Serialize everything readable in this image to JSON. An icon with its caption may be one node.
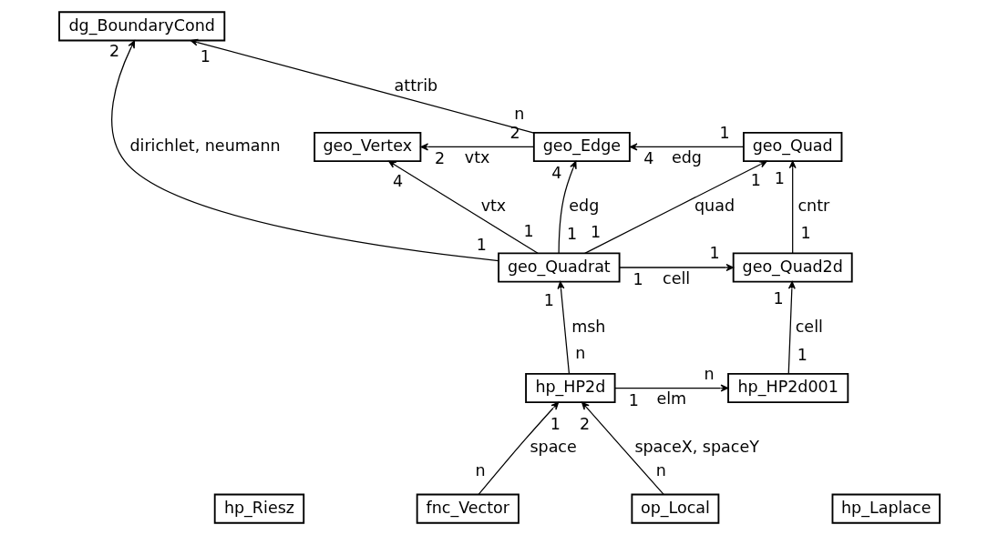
{
  "diagram": {
    "nodes": [
      {
        "text": [
          "dg_BoundaryCond"
        ]
      },
      {
        "text": [
          "geo_Vertex"
        ]
      },
      {
        "text": [
          "geo_Edge"
        ]
      },
      {
        "text": [
          "geo_Quad"
        ]
      },
      {
        "text": [
          "geo_Quadrat"
        ]
      },
      {
        "text": [
          "geo_Quad2d"
        ]
      },
      {
        "text": [
          "hp_HP2d"
        ]
      },
      {
        "text": [
          "hp_HP2d001"
        ]
      },
      {
        "text": [
          "hp_Riesz"
        ]
      },
      {
        "text": [
          "fnc_Vector"
        ]
      },
      {
        "text": [
          "op_Local"
        ]
      },
      {
        "text": [
          "hp_Laplace"
        ]
      }
    ],
    "edges": [
      {
        "from": 2,
        "to": 0,
        "arrow": "to",
        "label": "attrib"
      },
      {
        "from": 2,
        "to": 1,
        "arrow": "to",
        "label": "vtx"
      },
      {
        "from": 3,
        "to": 2,
        "arrow": "to",
        "label": "edg"
      },
      {
        "from": 4,
        "to": 0,
        "arrow": "to",
        "label": "dirichlet, neumann"
      },
      {
        "from": 4,
        "to": 1,
        "arrow": "to",
        "label": "vtx"
      },
      {
        "from": 4,
        "to": 2,
        "arrow": "to",
        "label": "edg"
      },
      {
        "from": 4,
        "to": 3,
        "arrow": "to",
        "label": "quad"
      },
      {
        "from": 4,
        "to": 5,
        "arrow": "to",
        "label": "cell"
      },
      {
        "from": 5,
        "to": 3,
        "arrow": "to",
        "label": "cntr"
      },
      {
        "from": 6,
        "to": 4,
        "arrow": "to",
        "label": "msh"
      },
      {
        "from": 6,
        "to": 7,
        "arrow": "to",
        "label": "elm"
      },
      {
        "from": 7,
        "to": 5,
        "arrow": "to",
        "label": "cell"
      },
      {
        "from": 9,
        "to": 6,
        "arrow": "to",
        "label": "space"
      },
      {
        "from": 10,
        "to": 6,
        "arrow": "to",
        "label": "spaceX, spaceY"
      }
    ],
    "labels": [
      "1",
      "n",
      "2",
      "2",
      "4",
      "2",
      "1",
      "4",
      "4",
      "1",
      "1",
      "1",
      "1",
      "1",
      "1",
      "1",
      "1",
      "1",
      "1",
      "1",
      "n",
      "1",
      "n",
      "1",
      "1",
      "2",
      "n",
      "n"
    ]
  }
}
